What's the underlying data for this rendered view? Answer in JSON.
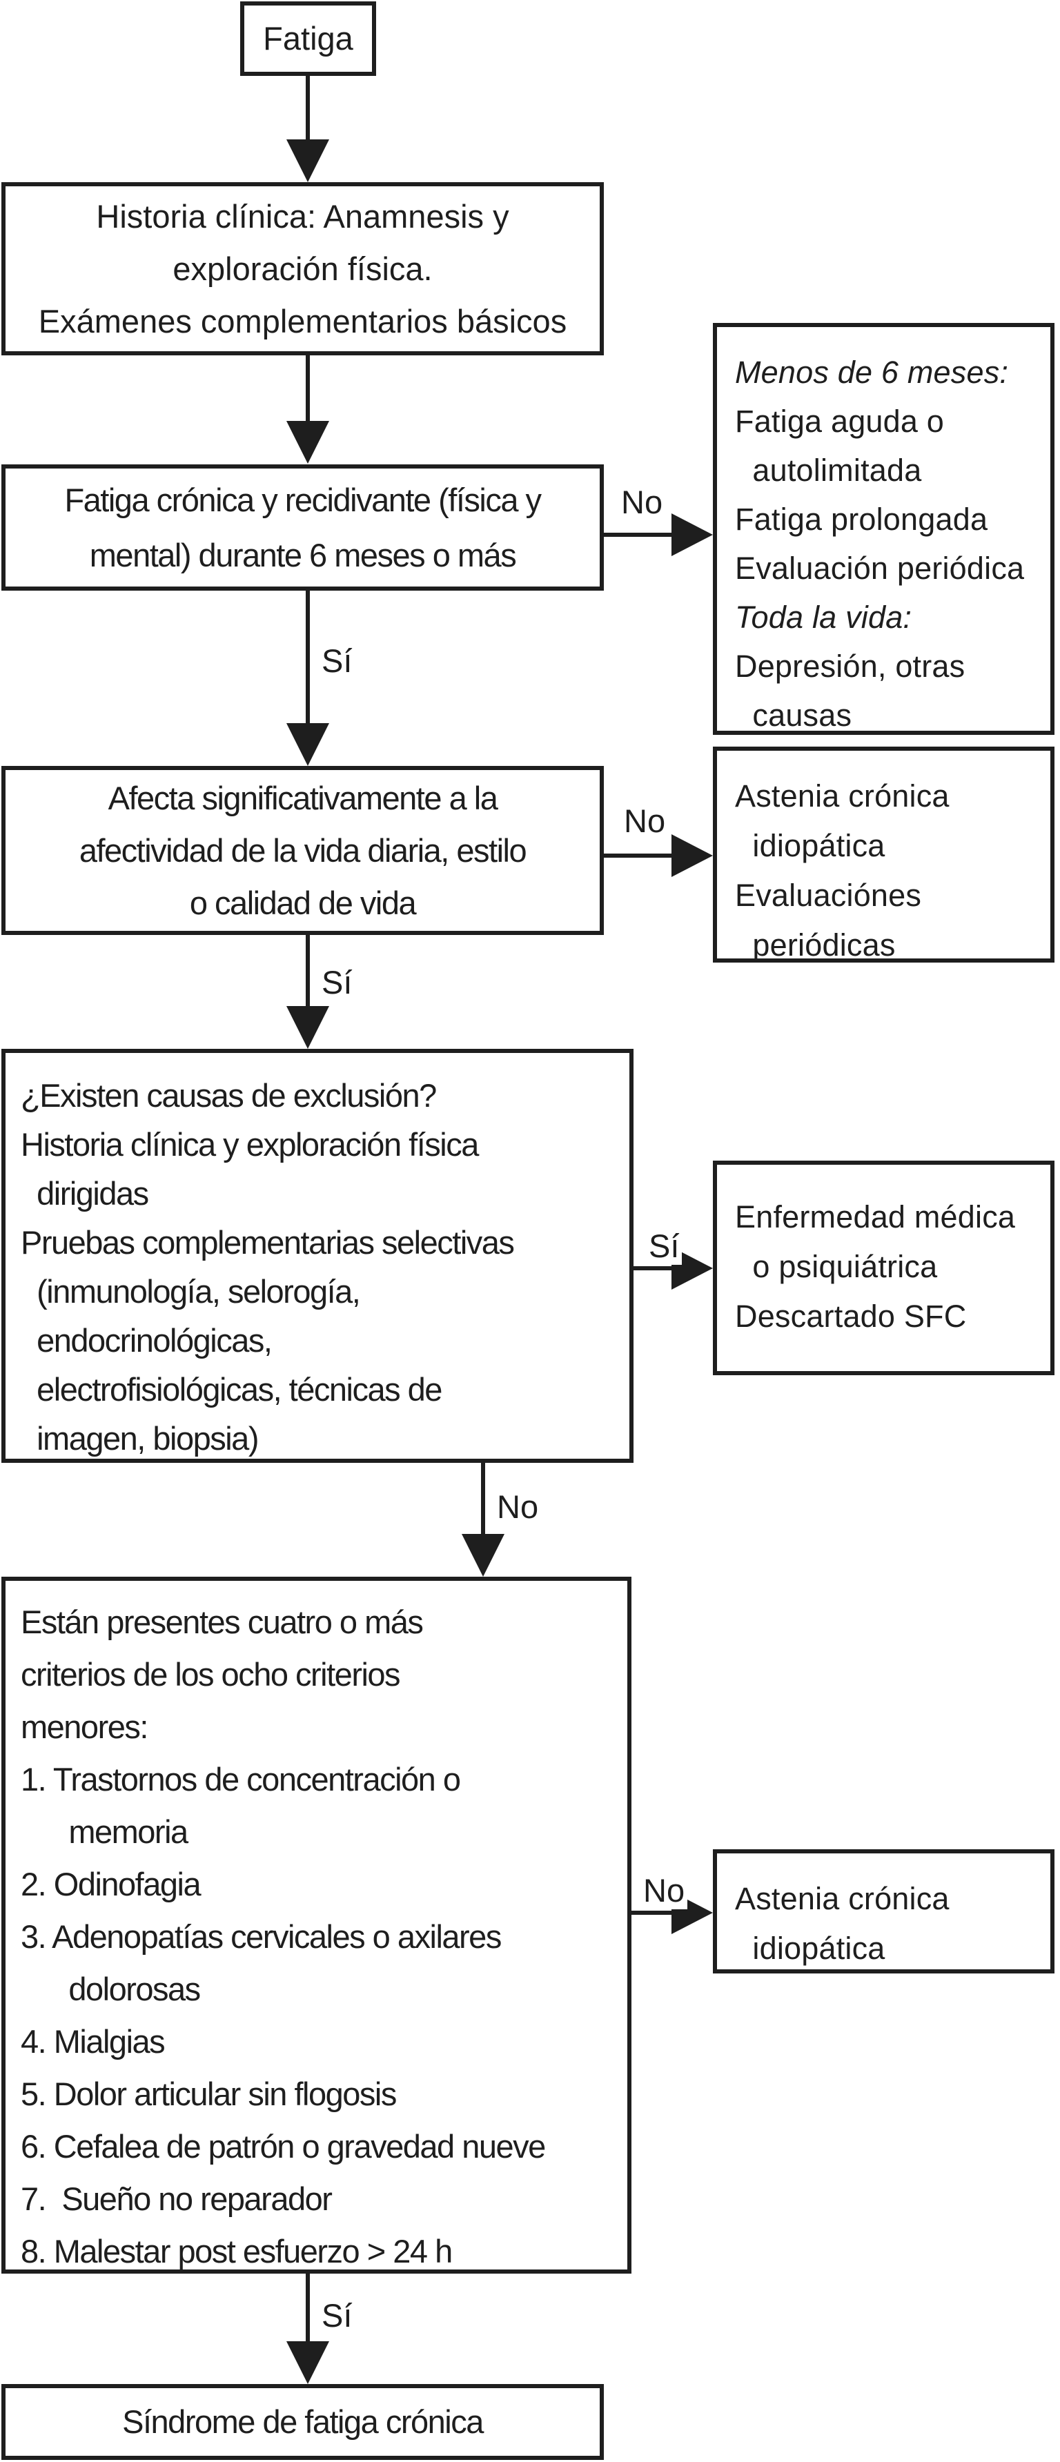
{
  "colors": {
    "stroke": "#1e1e1e",
    "background": "#ffffff"
  },
  "diagram_type": "flowchart",
  "nodes": {
    "fatiga": {
      "lines": [
        "Fatiga"
      ]
    },
    "historia": {
      "lines": [
        "Historia clínica: Anamnesis y",
        "exploración física.",
        "Exámenes complementarios básicos"
      ]
    },
    "cronica": {
      "lines": [
        "Fatiga crónica y recidivante (física y",
        "mental) durante 6 meses o más"
      ]
    },
    "afecta": {
      "lines": [
        "Afecta significativamente a la",
        "afectividad de la vida diaria, estilo",
        "o calidad de vida"
      ]
    },
    "exclusion": {
      "lines": [
        "¿Existen causas de exclusión?",
        "Historia clínica y exploración física",
        "  dirigidas",
        "Pruebas complementarias selectivas",
        "  (inmunología, selorogía,",
        "  endocrinológicas,",
        "  electrofisiológicas, técnicas de",
        "  imagen, biopsia)"
      ]
    },
    "criterios": {
      "lines": [
        "Están presentes cuatro o más",
        "criterios de los ocho criterios",
        "menores:",
        "1. Trastornos de concentración o",
        "      memoria",
        "2. Odinofagia",
        "3. Adenopatías cervicales o axilares",
        "      dolorosas",
        "4. Mialgias",
        "5. Dolor articular sin flogosis",
        "6. Cefalea de patrón o gravedad nueve",
        "7.  Sueño no reparador",
        "8. Malestar post esfuerzo > 24 h"
      ]
    },
    "sindrome": {
      "lines": [
        "Síndrome de fatiga crónica"
      ]
    },
    "menos6": {
      "lines": [
        {
          "text": "Menos de 6 meses:",
          "italic": true
        },
        "Fatiga aguda o",
        "  autolimitada",
        "Fatiga prolongada",
        "Evaluación periódica",
        {
          "text": "Toda la vida:",
          "italic": true
        },
        "Depresión, otras",
        "  causas"
      ]
    },
    "astenia1": {
      "lines": [
        "Astenia crónica",
        "  idiopática",
        "Evaluaciónes",
        "  periódicas"
      ]
    },
    "enfermedad": {
      "lines": [
        "Enfermedad médica",
        "  o psiquiátrica",
        "Descartado SFC"
      ]
    },
    "astenia2": {
      "lines": [
        "Astenia crónica",
        "  idiopática"
      ]
    }
  },
  "edges": {
    "c_down": {
      "label": "Sí"
    },
    "d_down": {
      "label": "Sí"
    },
    "e_down": {
      "label": "No"
    },
    "f_down": {
      "label": "Sí"
    },
    "c_right": {
      "label": "No"
    },
    "d_right": {
      "label": "No"
    },
    "e_right": {
      "label": "Sí"
    },
    "f_right": {
      "label": "No"
    }
  }
}
